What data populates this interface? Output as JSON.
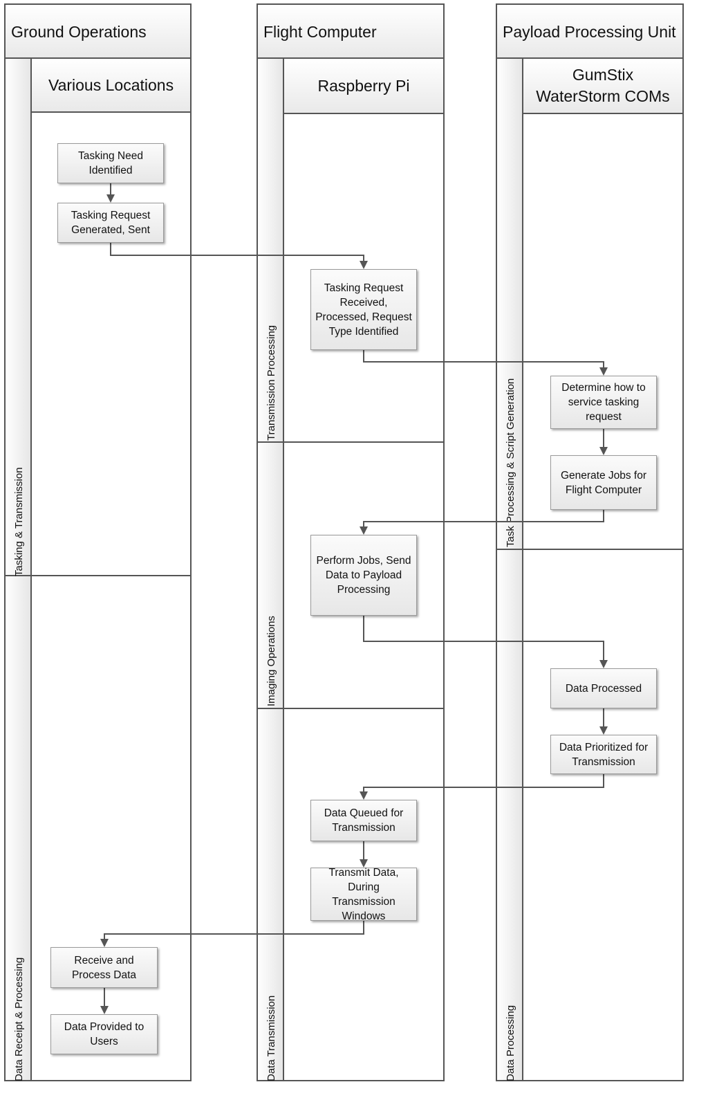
{
  "pools": [
    {
      "title": "Ground Operations",
      "lane": "Various Locations"
    },
    {
      "title": "Flight Computer",
      "lane": "Raspberry Pi"
    },
    {
      "title": "Payload Processing Unit",
      "lane": "GumStix WaterStorm COMs"
    }
  ],
  "phases": {
    "ground": [
      "Tasking & Transmission",
      "Data Receipt & Processing"
    ],
    "flight": [
      "Transmission Processing",
      "Imaging Operations",
      "Data Transmission"
    ],
    "payload": [
      "Task Processing & Script Generation",
      "Data Processing"
    ]
  },
  "steps": {
    "tasking_need": "Tasking Need Identified",
    "tasking_request_sent": "Tasking Request Generated, Sent",
    "tasking_request_received": "Tasking Request Received, Processed, Request Type Identified",
    "determine_service": "Determine how to service tasking request",
    "generate_jobs": "Generate Jobs for Flight Computer",
    "perform_jobs": "Perform Jobs, Send Data to Payload Processing",
    "data_processed": "Data Processed",
    "data_prioritized": "Data Prioritized for Transmission",
    "data_queued": "Data Queued for Transmission",
    "transmit_data": "Transmit Data, During Transmission Windows",
    "receive_process": "Receive and Process Data",
    "data_provided": "Data Provided to Users"
  }
}
